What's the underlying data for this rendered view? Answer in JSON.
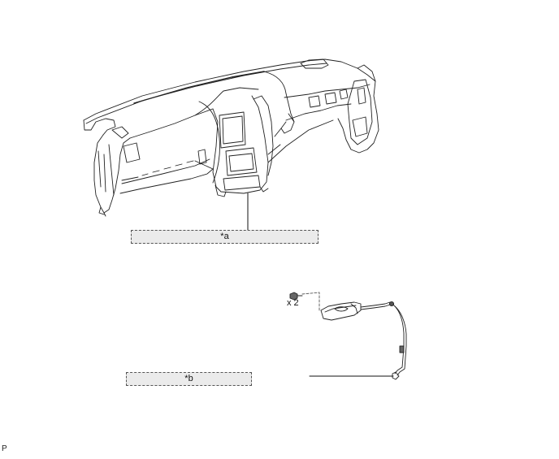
{
  "diagram": {
    "type": "parts-illustration",
    "components": [
      {
        "id": "a",
        "label": "*a",
        "depicts": "instrument-panel-assembly"
      },
      {
        "id": "b",
        "label": "*b",
        "depicts": "bracket-with-wire-harness"
      }
    ],
    "fastener": {
      "quantity_label": "x 2"
    },
    "footer_code": "P",
    "colors": {
      "line": "#111111",
      "callout_fill": "#ebebeb",
      "callout_border": "#555555",
      "background": "#ffffff"
    }
  }
}
